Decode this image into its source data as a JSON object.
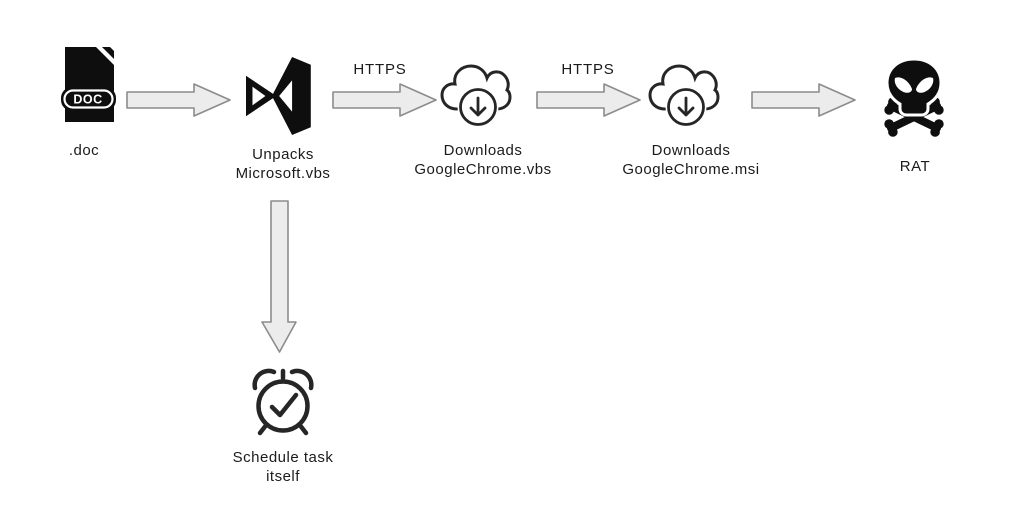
{
  "colors": {
    "background": "#ffffff",
    "text": "#1b1b1b",
    "icon": "#0e0e0e",
    "outline_icon": "#262626",
    "arrow_fill": "#ececec",
    "arrow_stroke": "#8c8c8c"
  },
  "diagram": {
    "type": "malware-infection-chain-flow",
    "nodes": {
      "doc": {
        "label": ".doc",
        "icon": "doc-file-icon",
        "icon_text": "DOC"
      },
      "unpack": {
        "label": "Unpacks\nMicrosoft.vbs",
        "icon": "visual-studio-icon"
      },
      "download_vbs": {
        "label": "Downloads\nGoogleChrome.vbs",
        "icon": "cloud-download-icon"
      },
      "download_msi": {
        "label": "Downloads\nGoogleChrome.msi",
        "icon": "cloud-download-icon"
      },
      "rat": {
        "label": "RAT",
        "icon": "skull-crossbones-icon"
      },
      "schedule": {
        "label": "Schedule task\nitself",
        "icon": "alarm-clock-icon"
      }
    },
    "connectors": [
      {
        "from": "doc",
        "to": "unpack",
        "label": ""
      },
      {
        "from": "unpack",
        "to": "download_vbs",
        "label": "HTTPS"
      },
      {
        "from": "download_vbs",
        "to": "download_msi",
        "label": "HTTPS"
      },
      {
        "from": "download_msi",
        "to": "rat",
        "label": ""
      },
      {
        "from": "unpack",
        "to": "schedule",
        "label": ""
      }
    ]
  }
}
